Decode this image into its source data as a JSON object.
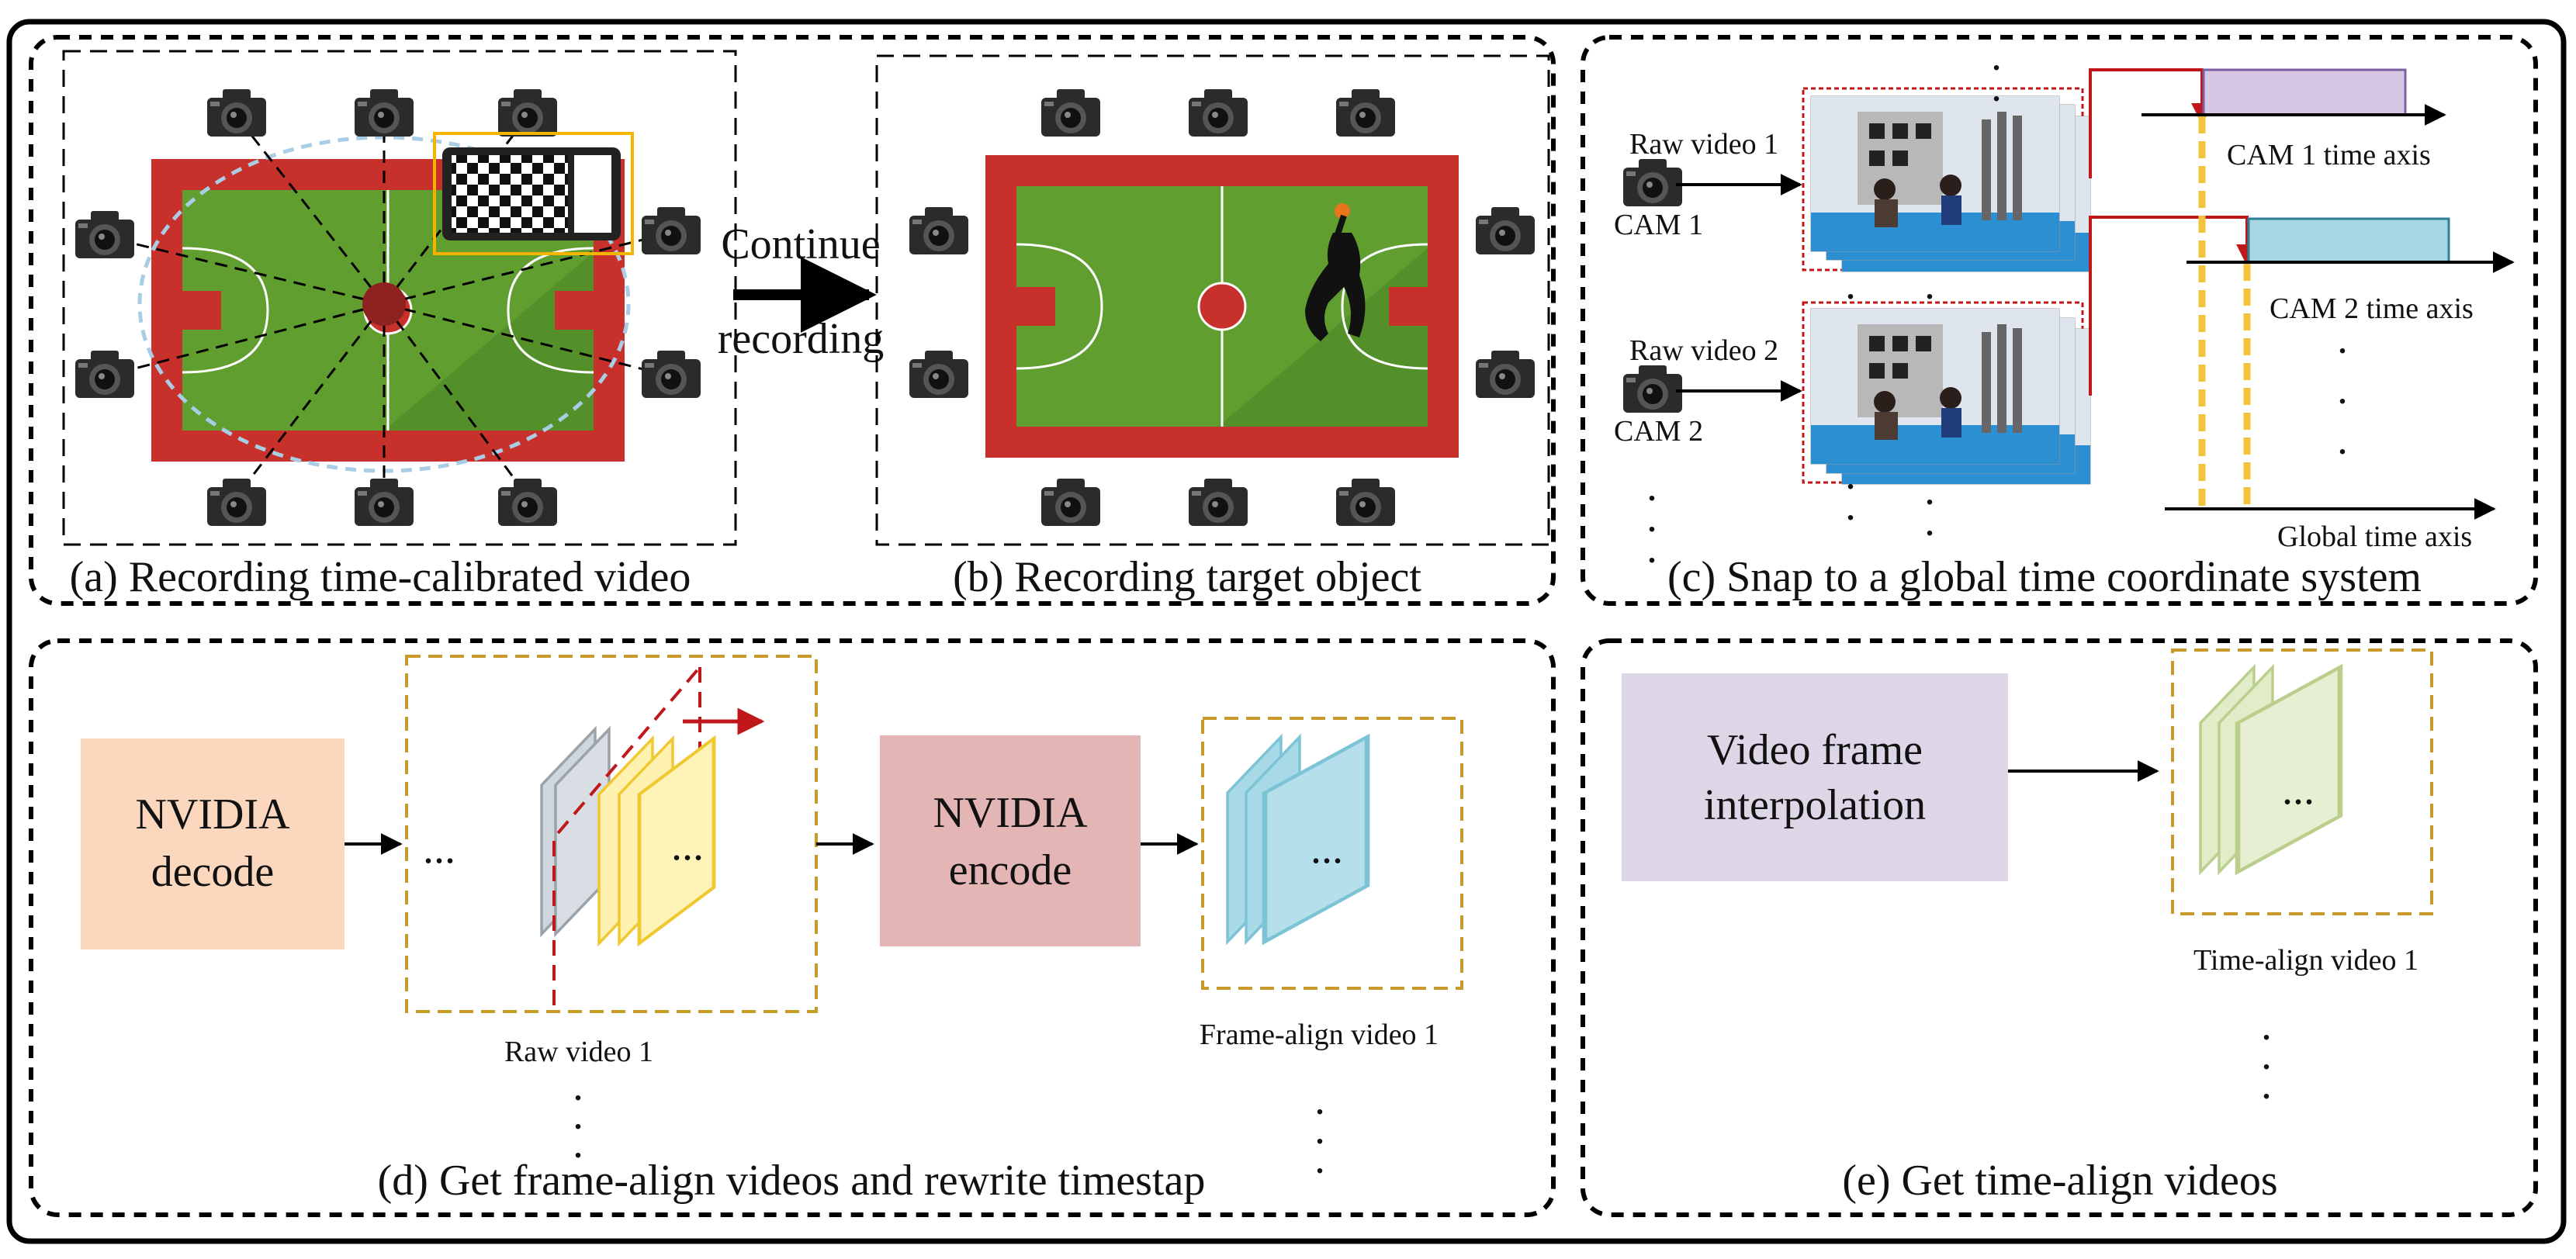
{
  "panels": {
    "a": {
      "caption": "(a) Recording time-calibrated video"
    },
    "b": {
      "caption": "(b) Recording target object"
    },
    "c": {
      "caption": "(c) Snap to a global time coordinate system",
      "raw_video_1": "Raw video 1",
      "raw_video_2": "Raw video 2",
      "cam_1": "CAM 1",
      "cam_2": "CAM 2",
      "cam1_axis": "CAM 1 time axis",
      "cam2_axis": "CAM 2 time axis",
      "global_axis": "Global time axis"
    },
    "d": {
      "caption": "(d) Get frame-align videos and rewrite timestap",
      "decode_line1": "NVIDIA",
      "decode_line2": "decode",
      "encode_line1": "NVIDIA",
      "encode_line2": "encode",
      "raw_video": "Raw video 1",
      "frame_align": "Frame-align video 1",
      "ellipsis": "..."
    },
    "e": {
      "caption": "(e) Get time-align videos",
      "interp_line1": "Video frame",
      "interp_line2": "interpolation",
      "time_align": "Time-align video 1",
      "ellipsis": "..."
    }
  },
  "transition": {
    "line1": "Continue",
    "line2": "recording"
  },
  "colors": {
    "court_red": "#c8302c",
    "court_green": "#5f9e2f",
    "decode_fill": "#fad7bd",
    "encode_fill": "#e3b6b5",
    "interp_fill": "#ddd6e6",
    "frame_blue": "#a8d9e6",
    "frame_yellow": "#fff1b0",
    "frame_green": "#e1ecc8",
    "cam1_bar": "#d6c8e4",
    "cam2_bar": "#a5d7e5",
    "sync_line": "#f2c33b",
    "signal_red": "#c0181a",
    "dashed_box_gold": "#c79a2b"
  },
  "icons": [
    "camera-icon",
    "basketball-court-icon",
    "player-silhouette-icon",
    "checkerboard-tablet-icon"
  ]
}
